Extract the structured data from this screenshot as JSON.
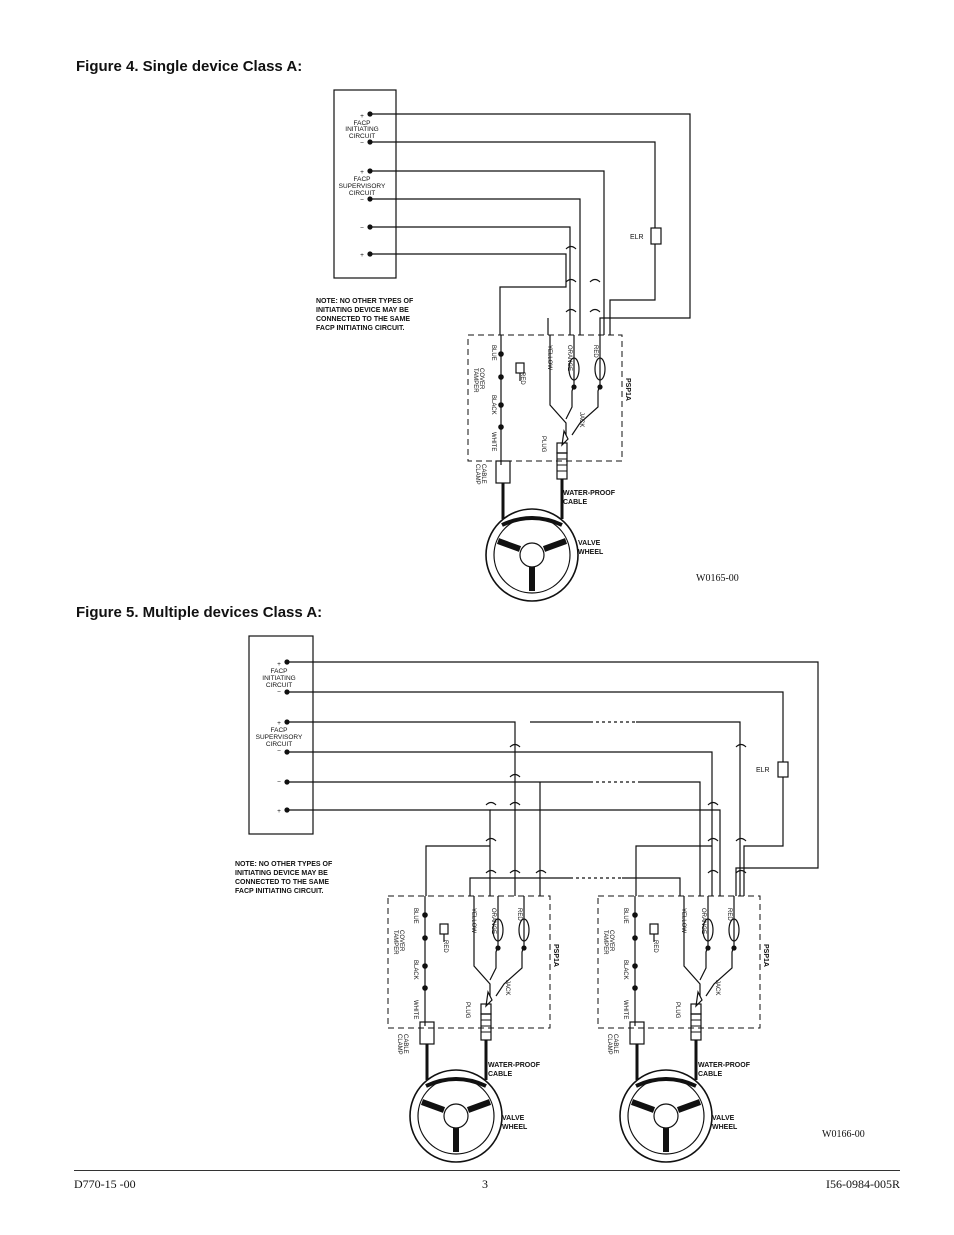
{
  "figures": [
    {
      "title": "Figure 4. Single device Class A:",
      "drawing_id": "W0165-00",
      "note": [
        "NOTE: NO OTHER TYPES OF",
        "INITIATING DEVICE MAY BE",
        "CONNECTED TO THE SAME",
        "FACP INITIATING CIRCUIT."
      ],
      "panel": {
        "initiating_label": [
          "FACP",
          "INITIATING",
          "CIRCUIT"
        ],
        "supervisory_label": [
          "FACP",
          "SUPERVISORY",
          "CIRCUIT"
        ],
        "plus": "+",
        "minus": "−"
      },
      "elr": "ELR",
      "module": "PSP1A",
      "wires": [
        "BLUE",
        "YELLOW",
        "ORANGE",
        "RED",
        "BLACK",
        "WHITE"
      ],
      "cover_tamper": [
        "COVER",
        "TAMPER"
      ],
      "tamper_led": "RED",
      "jack": "JACK",
      "plug": "PLUG",
      "cable_clamp": [
        "CABLE",
        "CLAMP"
      ],
      "water_proof": [
        "WATER-PROOF",
        "CABLE"
      ],
      "valve_wheel": [
        "VALVE",
        "WHEEL"
      ]
    },
    {
      "title": "Figure 5. Multiple devices Class A:",
      "drawing_id": "W0166-00",
      "note": [
        "NOTE: NO OTHER TYPES OF",
        "INITIATING DEVICE MAY BE",
        "CONNECTED TO THE SAME",
        "FACP INITIATING CIRCUIT."
      ],
      "elr": "ELR"
    }
  ],
  "footer": {
    "left": "D770-15 -00",
    "center": "3",
    "right": "I56-0984-005R"
  }
}
